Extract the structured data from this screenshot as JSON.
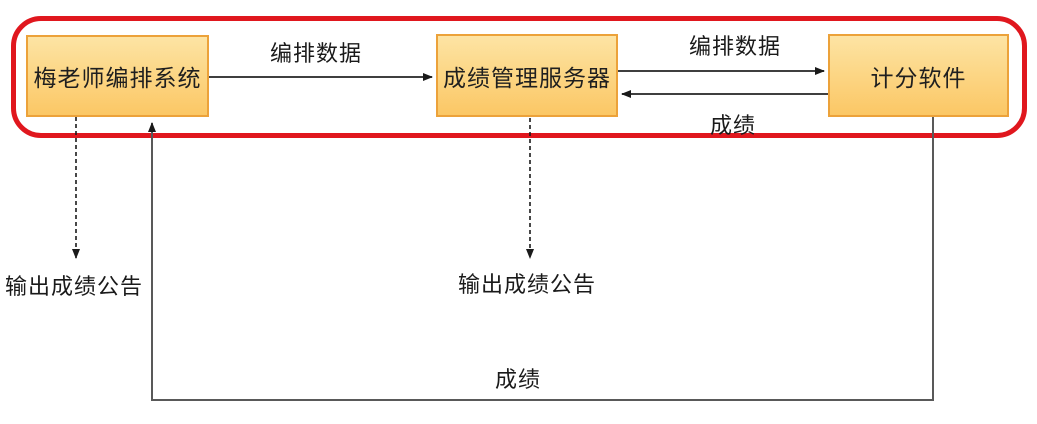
{
  "diagram": {
    "type": "flow-diagram",
    "background_color": "#ffffff",
    "colors": {
      "highlight_frame": "#e0171e",
      "node_fill_top": "#fde4a4",
      "node_fill_bottom": "#fbc765",
      "node_border": "#eca23a",
      "connector_line": "#3f3f3f",
      "text": "#1a1a1a"
    },
    "nodes": [
      {
        "id": "arrangement-system",
        "label": "梅老师编排系统"
      },
      {
        "id": "score-server",
        "label": "成绩管理服务器"
      },
      {
        "id": "scoring-software",
        "label": "计分软件"
      }
    ],
    "edges": [
      {
        "id": "arrangement-data-1",
        "label": "编排数据",
        "from": "arrangement-system",
        "to": "score-server",
        "style": "solid-arrow"
      },
      {
        "id": "arrangement-data-2",
        "label": "编排数据",
        "from": "score-server",
        "to": "scoring-software",
        "style": "solid-arrow"
      },
      {
        "id": "score-return",
        "label": "成绩",
        "from": "scoring-software",
        "to": "score-server",
        "style": "solid-arrow"
      },
      {
        "id": "output-announcement-1",
        "label": "输出成绩公告",
        "from": "arrangement-system",
        "to": "external-output",
        "style": "dashed-arrow"
      },
      {
        "id": "output-announcement-2",
        "label": "输出成绩公告",
        "from": "score-server",
        "to": "external-output",
        "style": "dashed-arrow"
      },
      {
        "id": "score-loop",
        "label": "成绩",
        "from": "scoring-software",
        "to": "arrangement-system",
        "style": "solid-arrow-orthogonal"
      }
    ]
  }
}
